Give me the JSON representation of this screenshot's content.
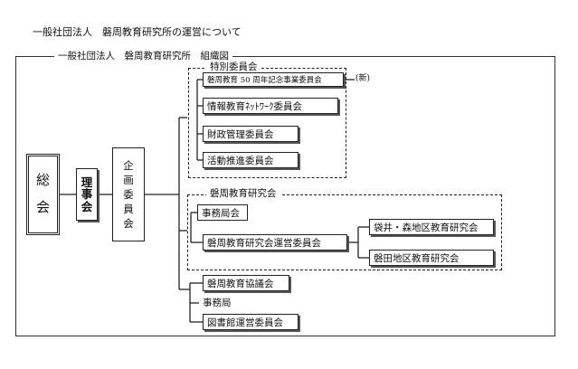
{
  "page_title": "一般社団法人　磐周教育研究所の運営について",
  "chart_title": "一般社団法人　磐周教育研究所　組織図",
  "nodes": {
    "soukai": [
      "総",
      "会"
    ],
    "rijikai": [
      "理",
      "事",
      "会"
    ],
    "kikaku": [
      "企",
      "画",
      "委",
      "員",
      "会"
    ]
  },
  "special_group": {
    "label": "特別委員会",
    "items": [
      "磐周教育 50 周年記念事業委員会",
      "情報教育ﾈｯﾄﾜｰｸ委員会",
      "財政管理委員会",
      "活動推進委員会"
    ],
    "new_note": "(新)"
  },
  "research_group": {
    "label": "磐周教育研究会",
    "secretariat": "事務局会",
    "steering": "磐周教育研究会運営委員会",
    "district_a": "袋井・森地区教育研究会",
    "district_b": "磐田地区教育研究会"
  },
  "bottom_items": [
    "磐周教育協議会",
    "事務局",
    "図書館運営委員会"
  ]
}
